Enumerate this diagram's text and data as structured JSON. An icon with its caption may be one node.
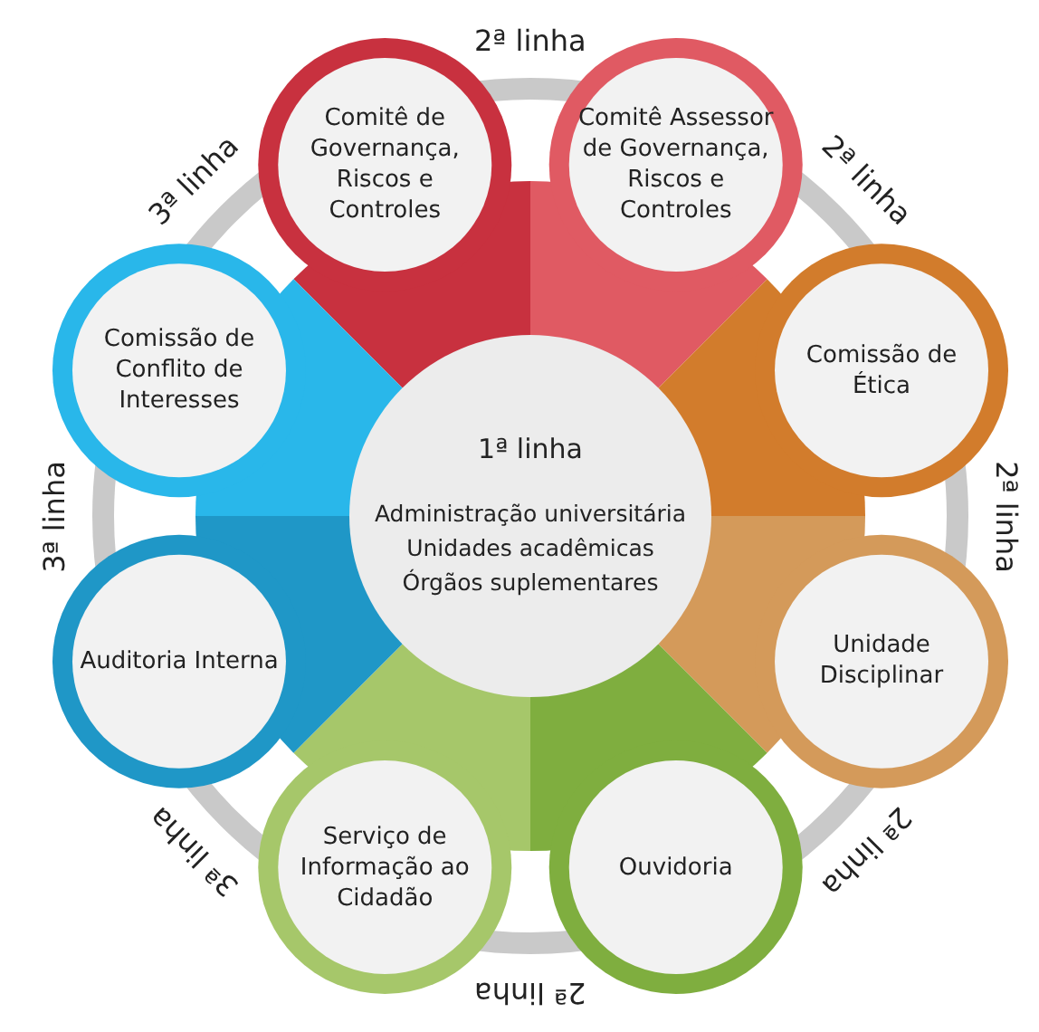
{
  "diagram": {
    "nodes": [
      {
        "text": [
          "1ª linha",
          "Administração universitária",
          "Unidades acadêmicas",
          "Órgãos suplementares"
        ]
      },
      {
        "text": [
          "Comitê de Governança, Riscos e Controles"
        ]
      },
      {
        "text": [
          "Comitê Assessor de Governança, Riscos e Controles"
        ]
      },
      {
        "text": [
          "Comissão de Ética"
        ]
      },
      {
        "text": [
          "Unidade Disciplinar"
        ]
      },
      {
        "text": [
          "Ouvidoria"
        ]
      },
      {
        "text": [
          "Serviço de Informação ao Cidadão"
        ]
      },
      {
        "text": [
          "Auditoria Interna"
        ]
      },
      {
        "text": [
          "Comissão de Conflito de Interesses"
        ]
      }
    ],
    "labels": [
      "2ª linha",
      "2ª linha",
      "2ª linha",
      "2ª linha",
      "2ª linha",
      "3ª linha",
      "3ª linha",
      "3ª linha"
    ]
  }
}
